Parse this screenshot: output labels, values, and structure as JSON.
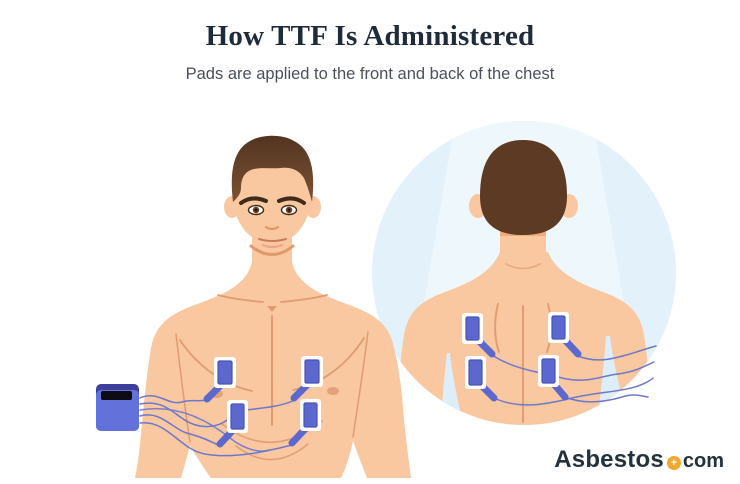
{
  "header": {
    "title": "How TTF Is Administered",
    "subtitle": "Pads are applied to the front and back of the chest"
  },
  "branding": {
    "logo_name": "Asbestos",
    "logo_tld": "com",
    "plus_glyph": "+"
  },
  "illustration": {
    "front_view_pads": 4,
    "back_view_pads": 4,
    "device_count": 1
  },
  "colors": {
    "title_navy": "#1d2b3a",
    "subtitle_gray": "#4b5058",
    "skin": "#f9c8a0",
    "skin_line": "#e09b72",
    "hair_front_top": "#523420",
    "hair_front_bottom": "#7c5233",
    "hair_back": "#5d3a23",
    "circle_background": "#e2f1fa",
    "pad_blue": "#5c68ce",
    "pad_border_white": "#ffffff",
    "wire_blue": "#6e78cb",
    "device_blue": "#6372db",
    "device_top": "#3d3f9b",
    "logo_navy": "#22333f",
    "logo_orange": "#f5a62c"
  }
}
